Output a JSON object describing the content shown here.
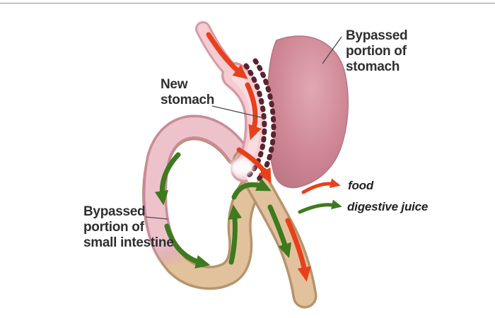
{
  "diagram": {
    "labels": {
      "bypassed_stomach": {
        "text": "Bypassed portion of stomach",
        "lines": [
          "Bypassed",
          "portion of",
          "stomach"
        ]
      },
      "new_stomach": {
        "text": "New stomach",
        "lines": [
          "New",
          "stomach"
        ]
      },
      "bypassed_small_intestine": {
        "text": "Bypassed portion of small intestine",
        "lines": [
          "Bypassed",
          "portion of",
          "small intestine"
        ]
      }
    },
    "legend": [
      {
        "label": "food",
        "color": "#e8401c",
        "icon": "red-curved-arrow-icon"
      },
      {
        "label": "digestive juice",
        "color": "#3e7a1e",
        "icon": "green-curved-arrow-icon"
      }
    ],
    "colors": {
      "food_arrow": "#e8401c",
      "juice_arrow": "#3e7a1e",
      "stomach": "#cf8794",
      "pouch": "#f4ccd2",
      "intestine_loop": "#eec2cb",
      "intestine_tan": "#e2c29d",
      "staple": "#5a2330",
      "label_text": "#2f2f2f"
    }
  }
}
